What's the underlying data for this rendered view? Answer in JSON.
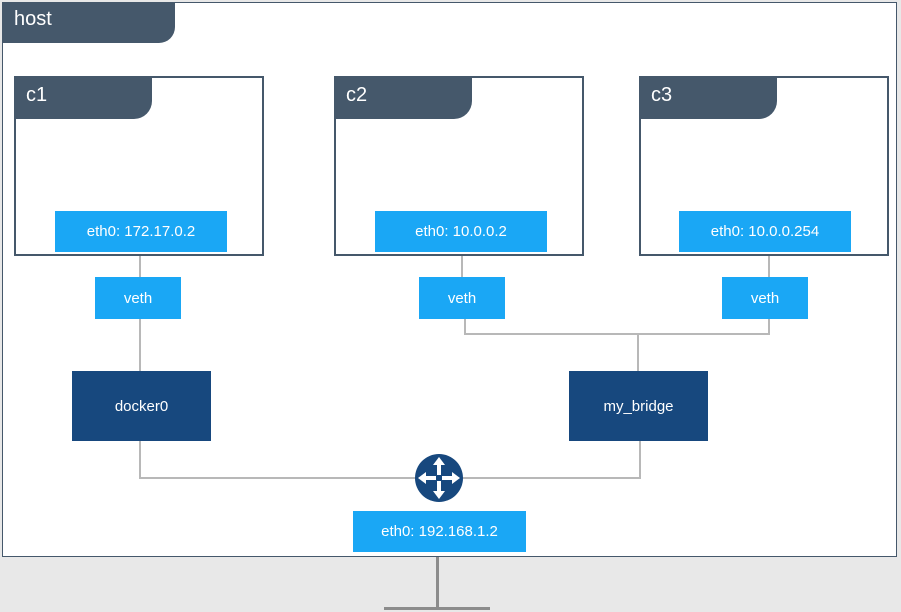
{
  "host": {
    "label": "host"
  },
  "containers": [
    {
      "name": "c1",
      "eth": "eth0: 172.17.0.2"
    },
    {
      "name": "c2",
      "eth": "eth0: 10.0.0.2"
    },
    {
      "name": "c3",
      "eth": "eth0: 10.0.0.254"
    }
  ],
  "veths": [
    "veth",
    "veth",
    "veth"
  ],
  "bridges": {
    "docker0": "docker0",
    "my_bridge": "my_bridge"
  },
  "host_eth": "eth0: 192.168.1.2",
  "colors": {
    "container_border": "#45586b",
    "interface": "#1aa7f5",
    "bridge": "#17487e",
    "connector": "#b8b8b8"
  },
  "icons": {
    "router": "router-arrows-icon"
  }
}
